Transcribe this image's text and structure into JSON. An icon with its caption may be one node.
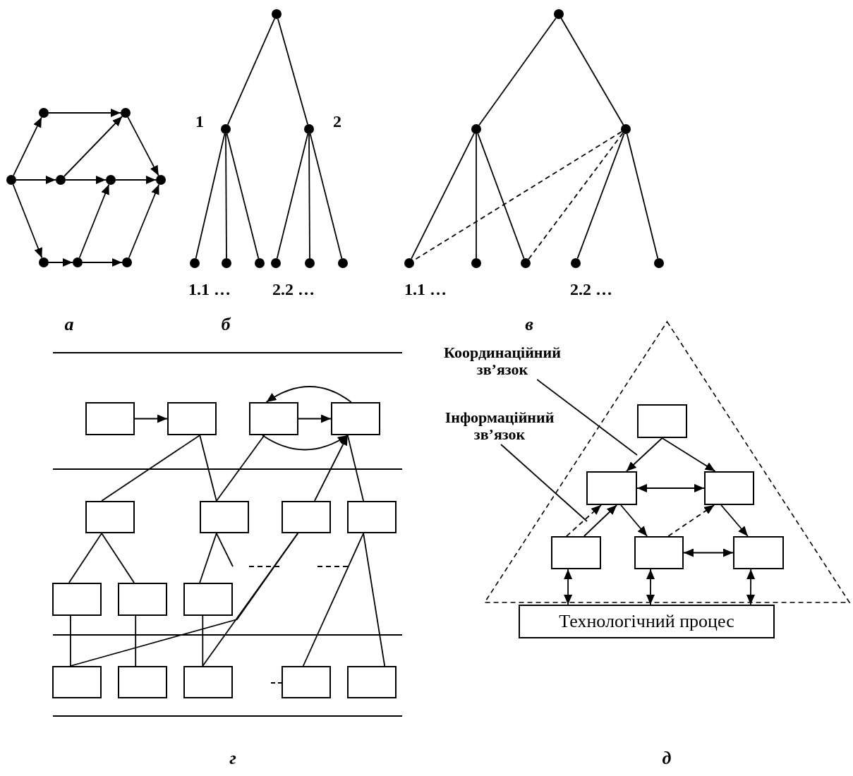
{
  "diagram": {
    "nodes": [
      {
        "text": [],
        "shape": "circle"
      },
      {
        "text": [],
        "shape": "circle"
      },
      {
        "text": [],
        "shape": "circle"
      },
      {
        "text": [],
        "shape": "circle"
      },
      {
        "text": [],
        "shape": "circle"
      },
      {
        "text": [],
        "shape": "circle"
      },
      {
        "text": [],
        "shape": "circle"
      },
      {
        "text": [],
        "shape": "circle"
      },
      {
        "text": [],
        "shape": "circle"
      },
      {
        "text": [],
        "shape": "circle"
      },
      {
        "text": [],
        "shape": "circle",
        "beside": [
          "1"
        ]
      },
      {
        "text": [],
        "shape": "circle",
        "beside": [
          "2"
        ]
      },
      {
        "text": [],
        "shape": "circle",
        "beside": [
          "1.1 …"
        ]
      },
      {
        "text": [],
        "shape": "circle"
      },
      {
        "text": [],
        "shape": "circle"
      },
      {
        "text": [],
        "shape": "circle",
        "beside": [
          "2.2 …"
        ]
      },
      {
        "text": [],
        "shape": "circle"
      },
      {
        "text": [],
        "shape": "circle"
      },
      {
        "text": [],
        "shape": "circle"
      },
      {
        "text": [],
        "shape": "circle"
      },
      {
        "text": [],
        "shape": "circle"
      },
      {
        "text": [],
        "shape": "circle",
        "beside": [
          "1.1 …"
        ]
      },
      {
        "text": [],
        "shape": "circle"
      },
      {
        "text": [],
        "shape": "circle"
      },
      {
        "text": [],
        "shape": "circle",
        "beside": [
          "2.2 …"
        ]
      },
      {
        "text": [],
        "shape": "circle"
      },
      {
        "text": [],
        "shape": "box"
      },
      {
        "text": [],
        "shape": "box"
      },
      {
        "text": [],
        "shape": "box"
      },
      {
        "text": [],
        "shape": "box"
      },
      {
        "text": [],
        "shape": "box"
      },
      {
        "text": [],
        "shape": "box"
      },
      {
        "text": [],
        "shape": "box"
      },
      {
        "text": [],
        "shape": "box"
      },
      {
        "text": [],
        "shape": "box"
      },
      {
        "text": [],
        "shape": "box"
      },
      {
        "text": [],
        "shape": "box"
      },
      {
        "text": [],
        "shape": "box"
      },
      {
        "text": [],
        "shape": "box"
      },
      {
        "text": [],
        "shape": "box"
      },
      {
        "text": [],
        "shape": "box"
      },
      {
        "text": [],
        "shape": "box"
      },
      {
        "text": [],
        "shape": "triangle"
      },
      {
        "text": [
          "Координаційний зв’язок"
        ]
      },
      {
        "text": [
          "Інформаційний зв’язок"
        ]
      },
      {
        "text": [],
        "shape": "box",
        "in": 42
      },
      {
        "text": [],
        "shape": "box",
        "in": 42
      },
      {
        "text": [],
        "shape": "box",
        "in": 42
      },
      {
        "text": [],
        "shape": "box",
        "in": 42
      },
      {
        "text": [],
        "shape": "box",
        "in": 42
      },
      {
        "text": [],
        "shape": "box",
        "in": 42
      },
      {
        "text": [
          "Технологічний процес"
        ]
      }
    ],
    "edges": [
      {
        "from": 2,
        "to": 0,
        "arrow": "to"
      },
      {
        "from": 2,
        "to": 3,
        "arrow": "to"
      },
      {
        "from": 2,
        "to": 6,
        "arrow": "to"
      },
      {
        "from": 0,
        "to": 1,
        "arrow": "to"
      },
      {
        "from": 3,
        "to": 1,
        "arrow": "to"
      },
      {
        "from": 3,
        "to": 4,
        "arrow": "to"
      },
      {
        "from": 1,
        "to": 5,
        "arrow": "to"
      },
      {
        "from": 4,
        "to": 5,
        "arrow": "to"
      },
      {
        "from": 6,
        "to": 7,
        "arrow": "to"
      },
      {
        "from": 7,
        "to": 4,
        "arrow": "to"
      },
      {
        "from": 7,
        "to": 8,
        "arrow": "to"
      },
      {
        "from": 8,
        "to": 5,
        "arrow": "to"
      },
      {
        "from": 9,
        "to": 10,
        "arrow": "none"
      },
      {
        "from": 9,
        "to": 11,
        "arrow": "none"
      },
      {
        "from": 10,
        "to": 12,
        "arrow": "none"
      },
      {
        "from": 10,
        "to": 13,
        "arrow": "none"
      },
      {
        "from": 10,
        "to": 14,
        "arrow": "none"
      },
      {
        "from": 11,
        "to": 15,
        "arrow": "none"
      },
      {
        "from": 11,
        "to": 16,
        "arrow": "none"
      },
      {
        "from": 11,
        "to": 17,
        "arrow": "none"
      },
      {
        "from": 18,
        "to": 19,
        "arrow": "none"
      },
      {
        "from": 18,
        "to": 20,
        "arrow": "none"
      },
      {
        "from": 19,
        "to": 21,
        "arrow": "none"
      },
      {
        "from": 19,
        "to": 22,
        "arrow": "none"
      },
      {
        "from": 19,
        "to": 23,
        "arrow": "none"
      },
      {
        "from": 20,
        "to": 24,
        "arrow": "none"
      },
      {
        "from": 20,
        "to": 25,
        "arrow": "none"
      },
      {
        "from": 20,
        "to": 21,
        "arrow": "none",
        "style": "dashed"
      },
      {
        "from": 20,
        "to": 23,
        "arrow": "none",
        "style": "dashed"
      },
      {
        "from": 26,
        "to": 27,
        "arrow": "to"
      },
      {
        "from": 28,
        "to": 29,
        "arrow": "to"
      },
      {
        "from": 29,
        "to": 28,
        "arrow": "to"
      },
      {
        "from": 28,
        "to": 29,
        "arrow": "to"
      },
      {
        "from": 27,
        "to": 30,
        "arrow": "none"
      },
      {
        "from": 27,
        "to": 31,
        "arrow": "none"
      },
      {
        "from": 28,
        "to": 31,
        "arrow": "none"
      },
      {
        "from": 32,
        "to": 29,
        "arrow": "to"
      },
      {
        "from": 29,
        "to": 33,
        "arrow": "none"
      },
      {
        "from": 30,
        "to": 34,
        "arrow": "none"
      },
      {
        "from": 30,
        "to": 35,
        "arrow": "none"
      },
      {
        "from": 31,
        "to": 36,
        "arrow": "none"
      },
      {
        "from": 31,
        "to": null,
        "arrow": "none"
      },
      {
        "from": 32,
        "to": 37,
        "arrow": "none"
      },
      {
        "from": 32,
        "to": 39,
        "arrow": "none"
      },
      {
        "from": 33,
        "to": 40,
        "arrow": "none"
      },
      {
        "from": 33,
        "to": 41,
        "arrow": "none"
      },
      {
        "from": 34,
        "to": 37,
        "arrow": "none"
      },
      {
        "from": 35,
        "to": 38,
        "arrow": "none"
      },
      {
        "from": 36,
        "to": 39,
        "arrow": "none"
      },
      {
        "from": 43,
        "to": null,
        "arrow": "none"
      },
      {
        "from": 44,
        "to": null,
        "arrow": "none"
      },
      {
        "from": 45,
        "to": 46,
        "arrow": "to"
      },
      {
        "from": 45,
        "to": 47,
        "arrow": "to"
      },
      {
        "from": 46,
        "to": 47,
        "arrow": "both"
      },
      {
        "from": 48,
        "to": 46,
        "arrow": "to",
        "style": "dashed"
      },
      {
        "from": 48,
        "to": 46,
        "arrow": "to"
      },
      {
        "from": 46,
        "to": 49,
        "arrow": "to"
      },
      {
        "from": 49,
        "to": 47,
        "arrow": "to",
        "style": "dashed"
      },
      {
        "from": 47,
        "to": 50,
        "arrow": "to"
      },
      {
        "from": 49,
        "to": 50,
        "arrow": "both"
      },
      {
        "from": 51,
        "to": 48,
        "arrow": "both"
      },
      {
        "from": 51,
        "to": 49,
        "arrow": "both"
      },
      {
        "from": 51,
        "to": 50,
        "arrow": "both"
      }
    ],
    "labels": [
      "а",
      "б",
      "в",
      "г",
      "д"
    ]
  }
}
